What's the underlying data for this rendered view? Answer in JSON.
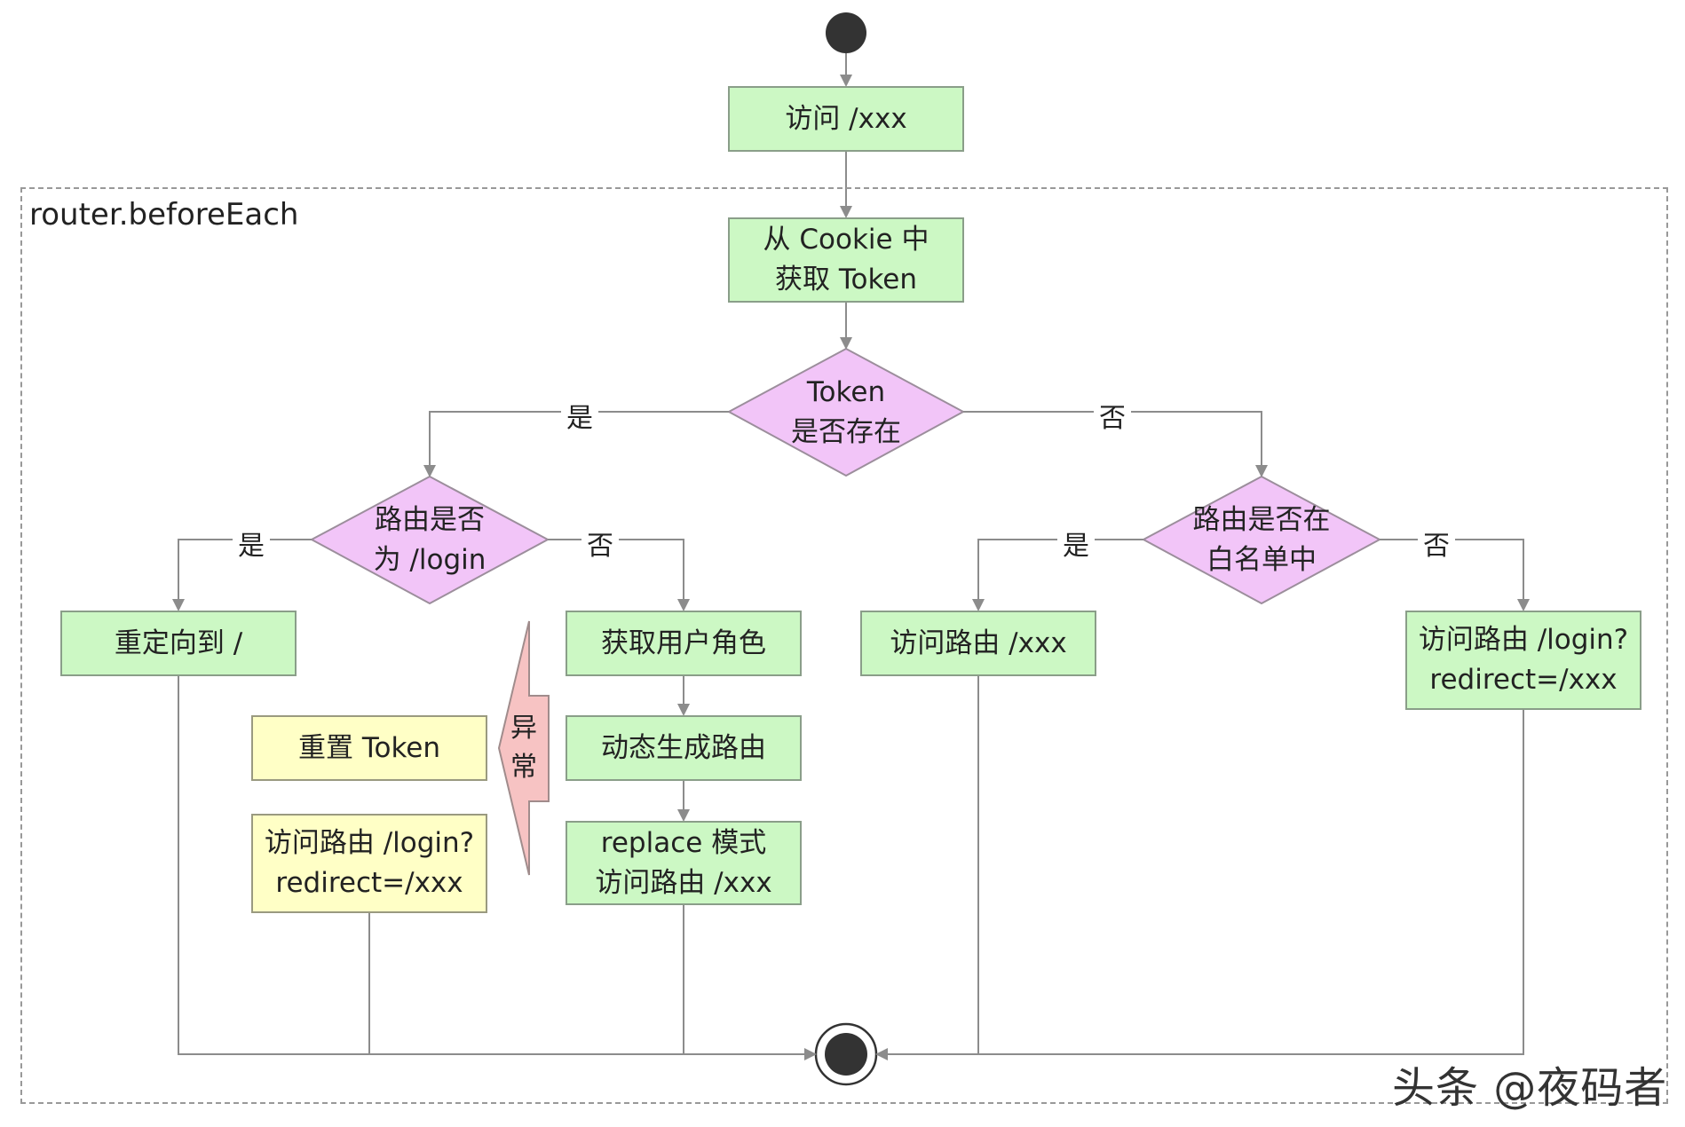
{
  "frame": {
    "label": "router.beforeEach"
  },
  "nodes": {
    "visit_xxx": "访问 /xxx",
    "get_token": "从 Cookie 中\n获取 Token",
    "token_exists": "Token\n是否存在",
    "is_login": "路由是否\n为 /login",
    "in_whitelist": "路由是否在\n白名单中",
    "redirect_root": "重定向到 /",
    "get_roles": "获取用户角色",
    "gen_routes": "动态生成路由",
    "replace_visit": "replace 模式\n访问路由 /xxx",
    "visit_route_xxx": "访问路由 /xxx",
    "visit_login_right": "访问路由 /login?\nredirect=/xxx",
    "reset_token": "重置 Token",
    "visit_login_left": "访问路由 /login?\nredirect=/xxx",
    "exception": "异\n常"
  },
  "edge_labels": {
    "token_yes": "是",
    "token_no": "否",
    "login_yes": "是",
    "login_no": "否",
    "whitelist_yes": "是",
    "whitelist_no": "否"
  },
  "colors": {
    "process_fill": "#ccf8c4",
    "decision_fill": "#f2c5f8",
    "error_fill": "#ffffc6",
    "exception_fill": "#f7c3c3",
    "line": "#8c8c8c"
  },
  "watermark": "头条 @夜码者"
}
